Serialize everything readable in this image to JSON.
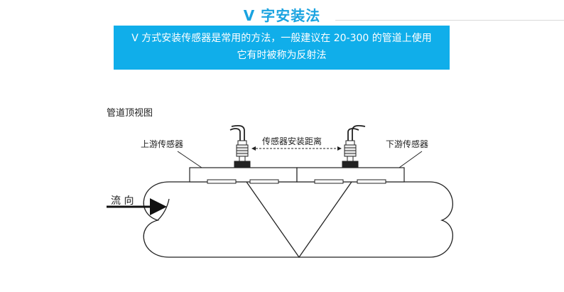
{
  "title": "V 字安装法",
  "banner": {
    "line1": "V 方式安装传感器是常用的方法，一般建议在 20-300 的管道上使用",
    "line2": "它有时被称为反射法"
  },
  "diagram": {
    "top_view_label": "管道顶视图",
    "upstream_label": "上游传感器",
    "downstream_label": "下游传感器",
    "distance_label": "传感器安装距离",
    "flow_label": "流  向"
  }
}
